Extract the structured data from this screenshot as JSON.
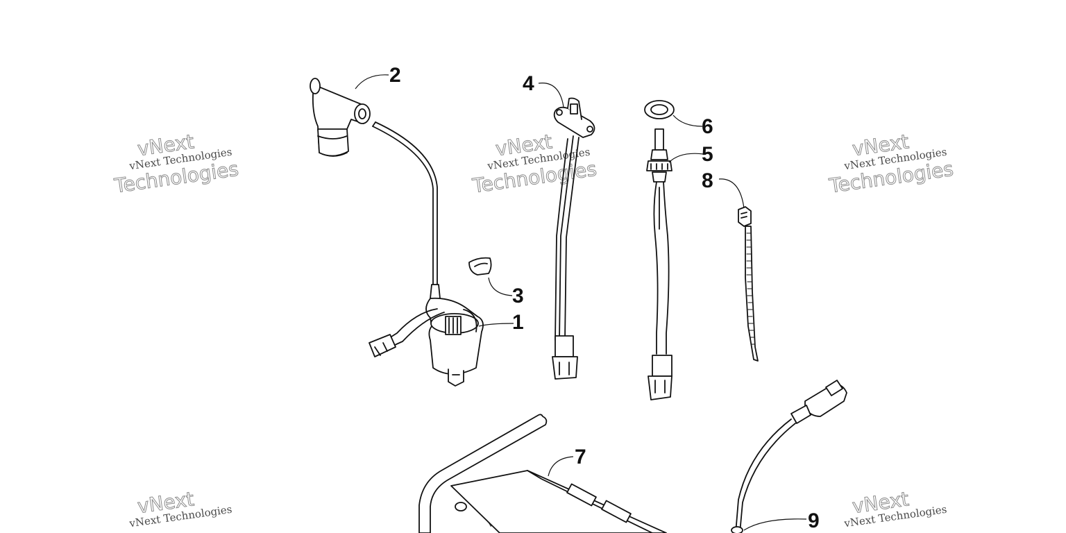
{
  "callouts": [
    {
      "id": "1",
      "text": "1"
    },
    {
      "id": "2",
      "text": "2"
    },
    {
      "id": "3",
      "text": "3"
    },
    {
      "id": "4",
      "text": "4"
    },
    {
      "id": "5",
      "text": "5"
    },
    {
      "id": "6",
      "text": "6"
    },
    {
      "id": "7",
      "text": "7"
    },
    {
      "id": "8",
      "text": "8"
    },
    {
      "id": "9",
      "text": "9"
    }
  ],
  "watermark": {
    "small": "vNext Technologies",
    "brand": "vNext",
    "word": "Technologies"
  }
}
